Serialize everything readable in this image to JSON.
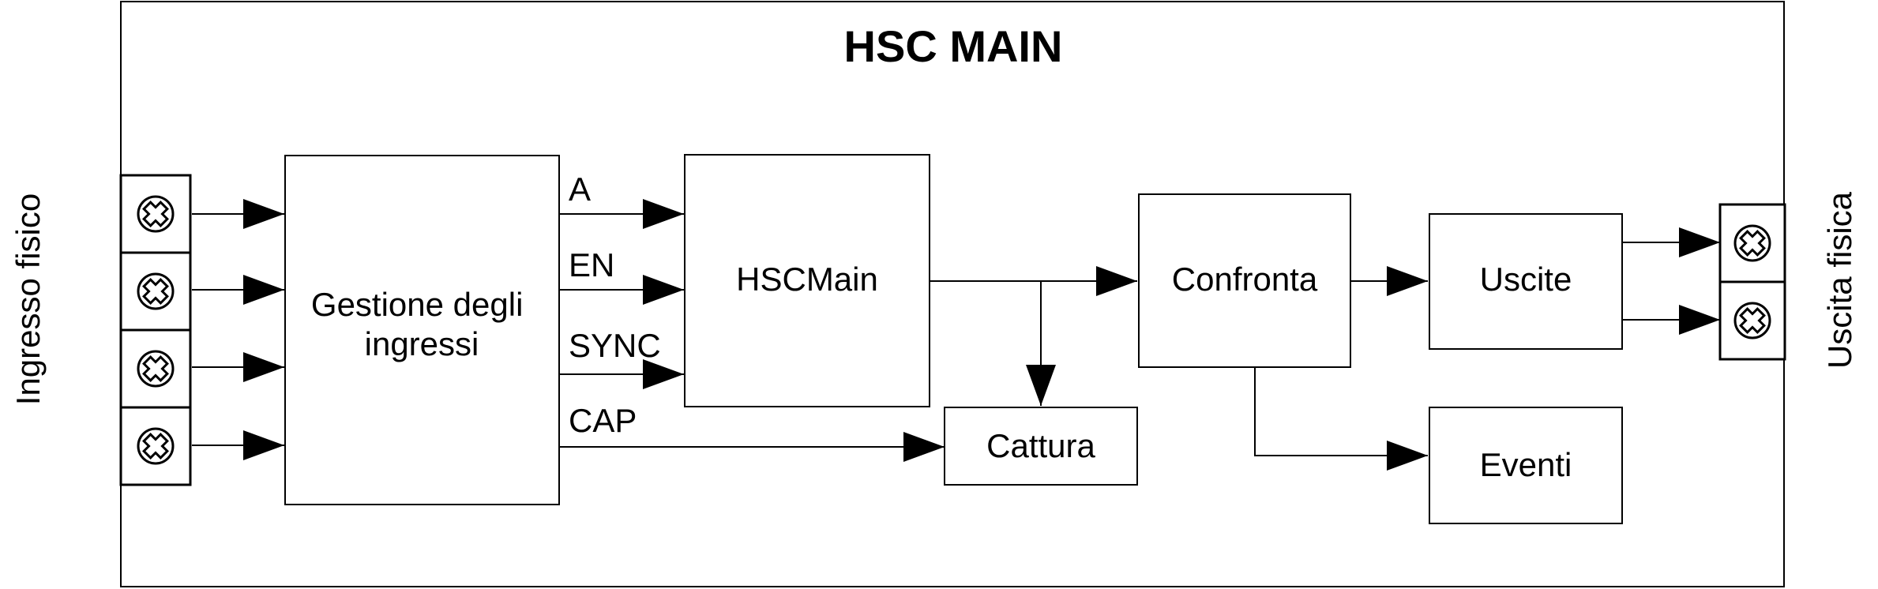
{
  "title": "HSC MAIN",
  "side_labels": {
    "input": "Ingresso fisico",
    "output": "Uscita fisica"
  },
  "blocks": {
    "input_management": {
      "line1": "Gestione degli",
      "line2": "ingressi"
    },
    "hscmain": "HSCMain",
    "capture": "Cattura",
    "compare": "Confronta",
    "outputs": "Uscite",
    "events": "Eventi"
  },
  "signals": {
    "a": "A",
    "en": "EN",
    "sync": "SYNC",
    "cap": "CAP"
  },
  "terminals": {
    "input_count": 4,
    "output_count": 2,
    "icon": "screw-terminal-icon"
  },
  "colors": {
    "line": "#000000",
    "background": "#ffffff"
  }
}
